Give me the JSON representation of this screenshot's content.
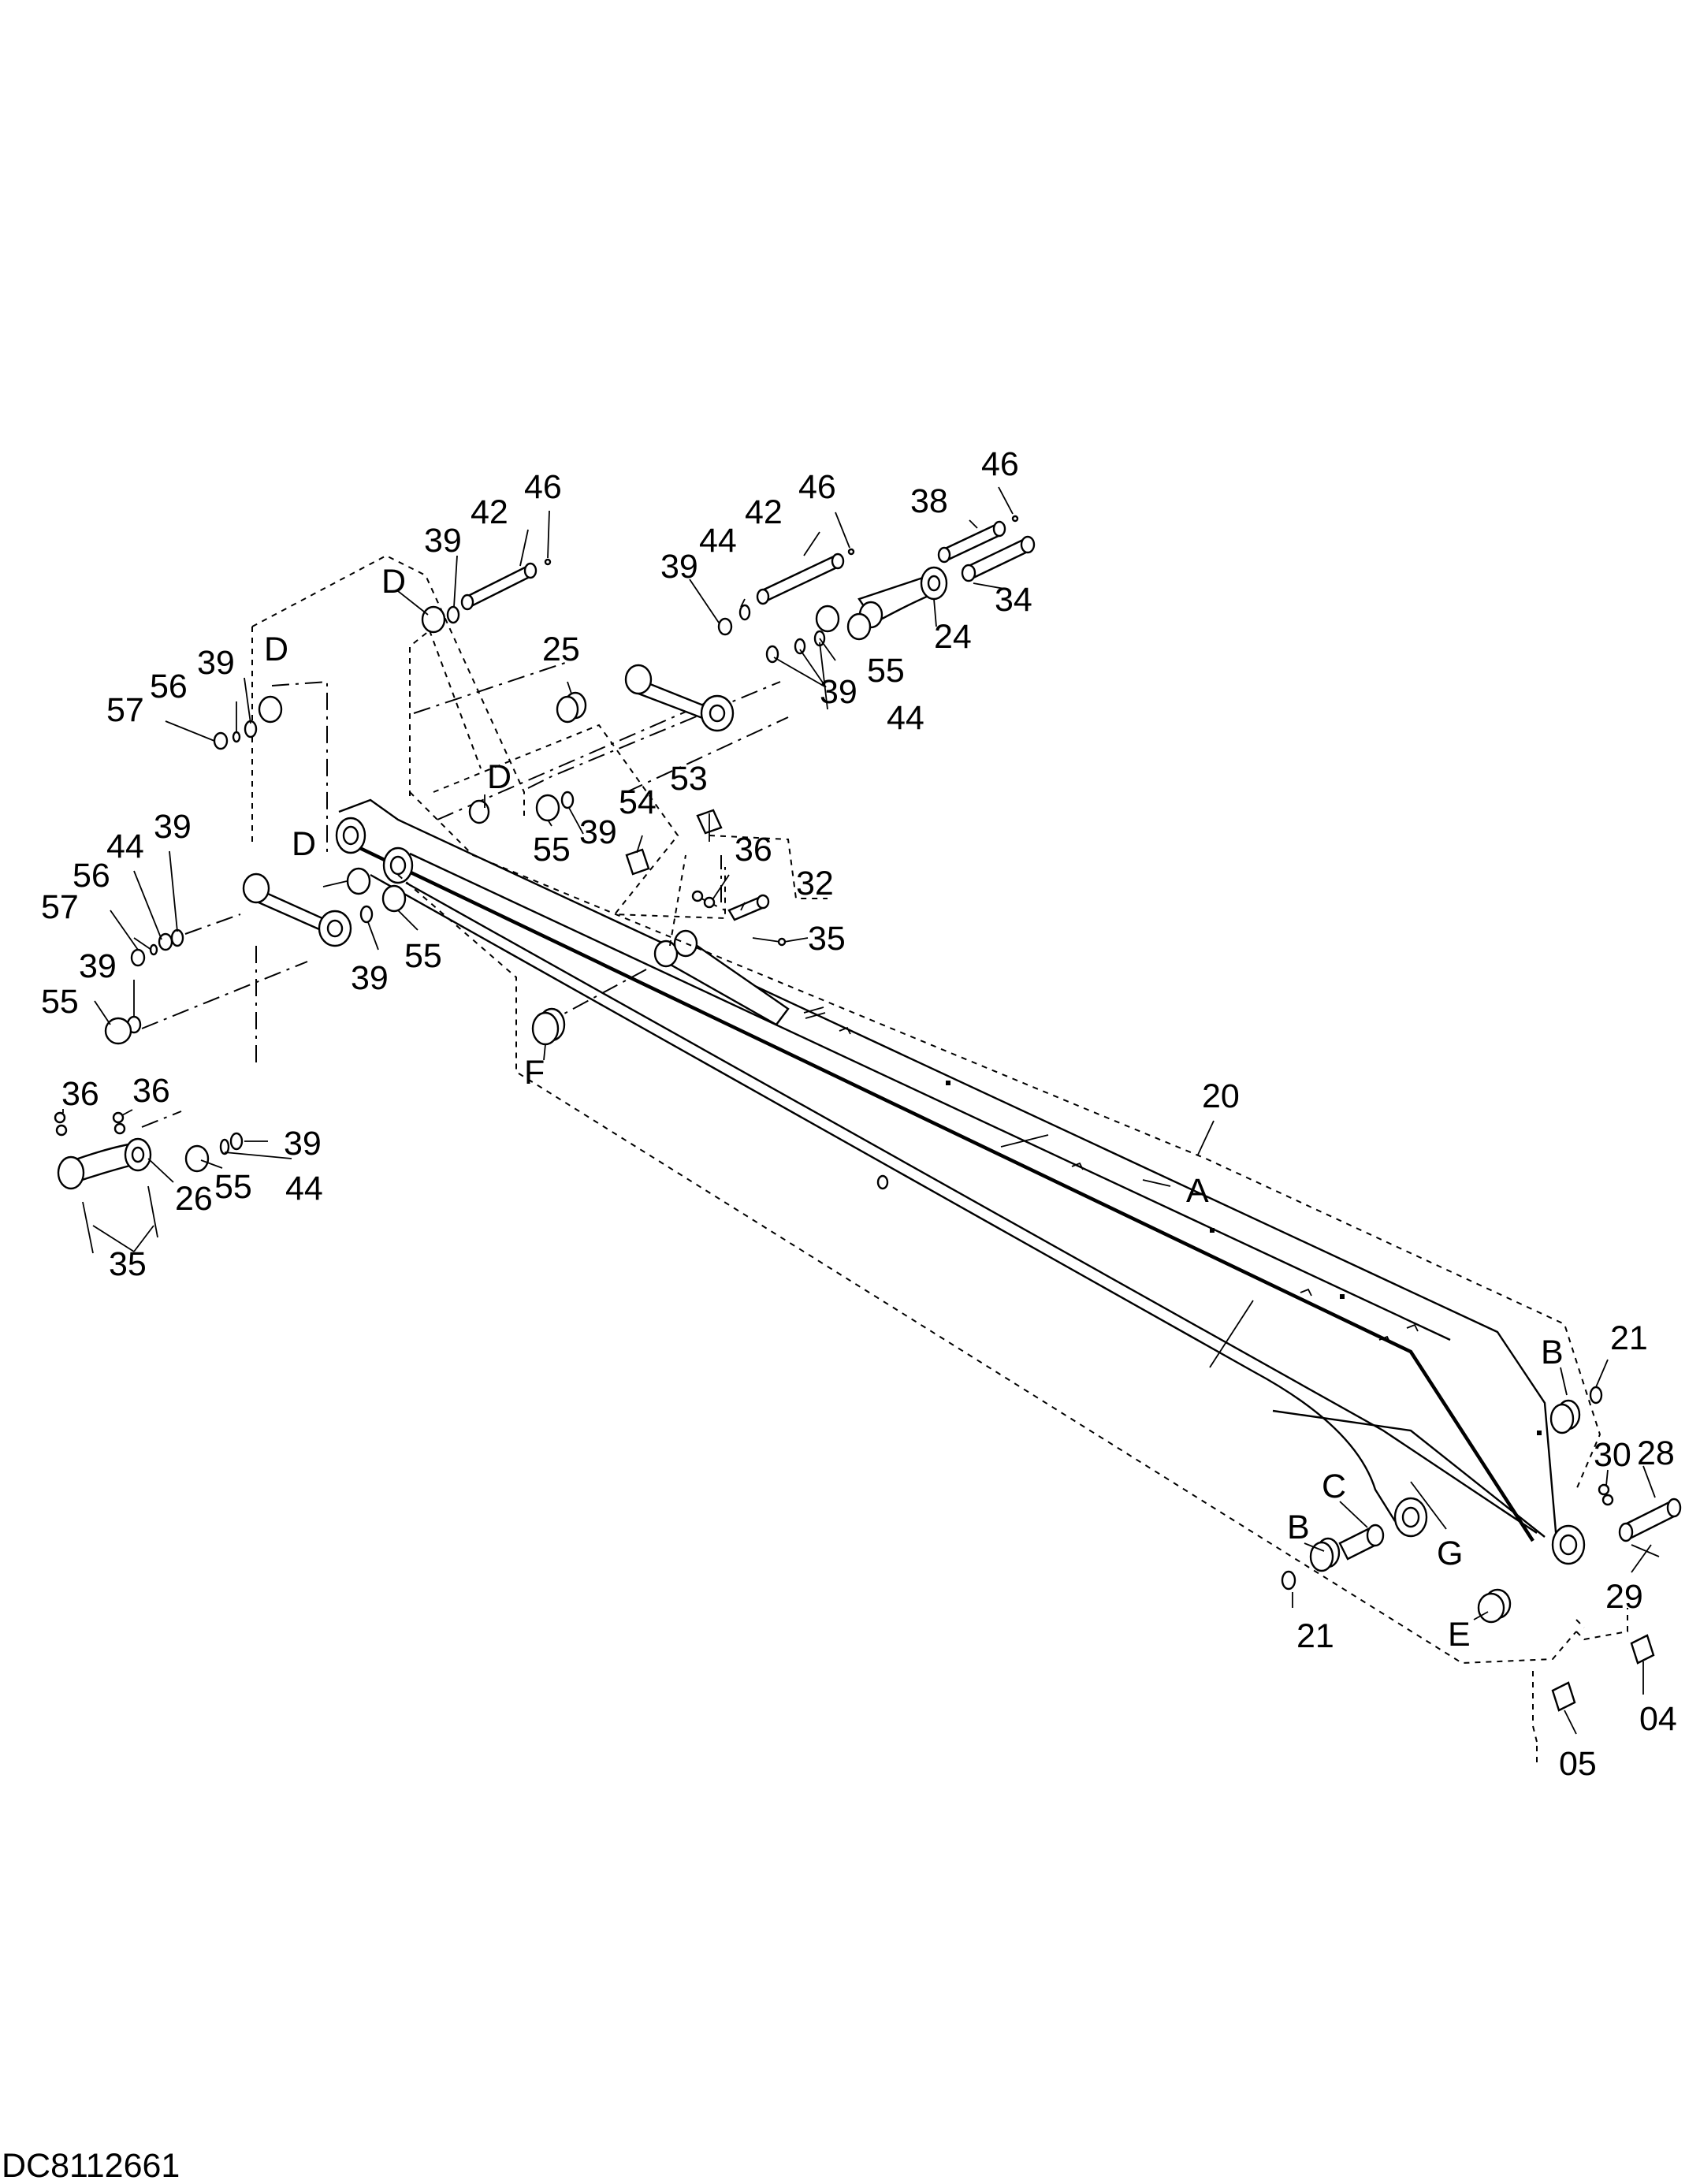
{
  "drawing_code": "DC8112661",
  "labels": [
    {
      "id": "46a",
      "text": "46"
    },
    {
      "id": "42a",
      "text": "42"
    },
    {
      "id": "39a",
      "text": "39"
    },
    {
      "id": "Da",
      "text": "D"
    },
    {
      "id": "46b",
      "text": "46"
    },
    {
      "id": "42b",
      "text": "42"
    },
    {
      "id": "44a",
      "text": "44"
    },
    {
      "id": "39b",
      "text": "39"
    },
    {
      "id": "46c",
      "text": "46"
    },
    {
      "id": "38",
      "text": "38"
    },
    {
      "id": "34",
      "text": "34"
    },
    {
      "id": "24",
      "text": "24"
    },
    {
      "id": "55a",
      "text": "55"
    },
    {
      "id": "39c",
      "text": "39"
    },
    {
      "id": "44b",
      "text": "44"
    },
    {
      "id": "25",
      "text": "25"
    },
    {
      "id": "39d",
      "text": "39"
    },
    {
      "id": "Db",
      "text": "D"
    },
    {
      "id": "56a",
      "text": "56"
    },
    {
      "id": "57a",
      "text": "57"
    },
    {
      "id": "Dc",
      "text": "D"
    },
    {
      "id": "55b",
      "text": "55"
    },
    {
      "id": "39e",
      "text": "39"
    },
    {
      "id": "53",
      "text": "53"
    },
    {
      "id": "54",
      "text": "54"
    },
    {
      "id": "36a",
      "text": "36"
    },
    {
      "id": "32",
      "text": "32"
    },
    {
      "id": "35a",
      "text": "35"
    },
    {
      "id": "44c",
      "text": "44"
    },
    {
      "id": "39f",
      "text": "39"
    },
    {
      "id": "56b",
      "text": "56"
    },
    {
      "id": "57b",
      "text": "57"
    },
    {
      "id": "Dd",
      "text": "D"
    },
    {
      "id": "39g",
      "text": "39"
    },
    {
      "id": "55c",
      "text": "55"
    },
    {
      "id": "39h",
      "text": "39"
    },
    {
      "id": "55d",
      "text": "55"
    },
    {
      "id": "F",
      "text": "F"
    },
    {
      "id": "36b",
      "text": "36"
    },
    {
      "id": "36c",
      "text": "36"
    },
    {
      "id": "39i",
      "text": "39"
    },
    {
      "id": "55e",
      "text": "55"
    },
    {
      "id": "44d",
      "text": "44"
    },
    {
      "id": "26",
      "text": "26"
    },
    {
      "id": "35b",
      "text": "35"
    },
    {
      "id": "20",
      "text": "20"
    },
    {
      "id": "A",
      "text": "A"
    },
    {
      "id": "B1",
      "text": "B"
    },
    {
      "id": "21a",
      "text": "21"
    },
    {
      "id": "30",
      "text": "30"
    },
    {
      "id": "28",
      "text": "28"
    },
    {
      "id": "C",
      "text": "C"
    },
    {
      "id": "B2",
      "text": "B"
    },
    {
      "id": "G",
      "text": "G"
    },
    {
      "id": "29",
      "text": "29"
    },
    {
      "id": "21b",
      "text": "21"
    },
    {
      "id": "E",
      "text": "E"
    },
    {
      "id": "04",
      "text": "04"
    },
    {
      "id": "05",
      "text": "05"
    }
  ],
  "icons": [
    "arm-body",
    "pin",
    "bushing",
    "shim-ring",
    "link-bar",
    "grease-fitting",
    "bolt",
    "plate"
  ]
}
